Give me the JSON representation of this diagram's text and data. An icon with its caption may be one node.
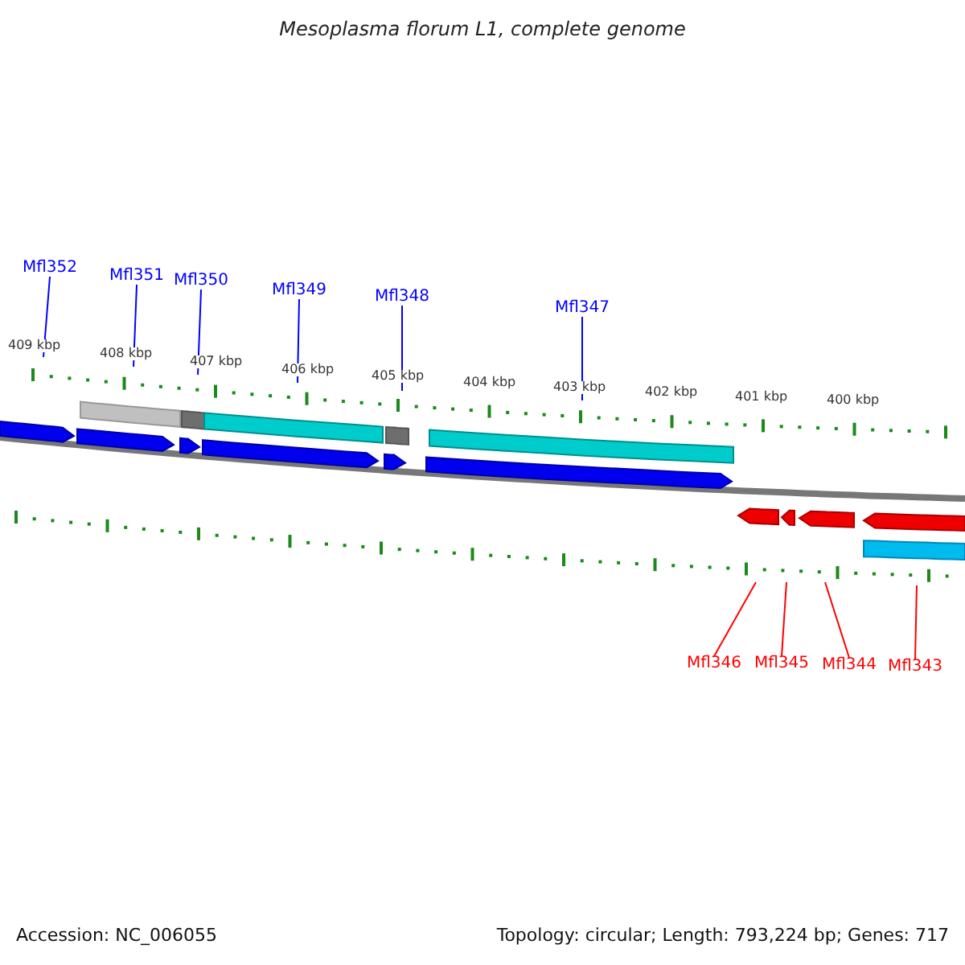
{
  "diagram": {
    "title": "Mesoplasma florum L1, complete genome",
    "nodes": [
      {
        "text": [
          "Mfl352"
        ]
      },
      {
        "text": [
          "Mfl351"
        ]
      },
      {
        "text": [
          "Mfl350"
        ]
      },
      {
        "text": [
          "Mfl349"
        ]
      },
      {
        "text": [
          "Mfl348"
        ]
      },
      {
        "text": [
          "Mfl347"
        ]
      },
      {
        "text": [
          "Mfl346"
        ]
      },
      {
        "text": [
          "Mfl345"
        ]
      },
      {
        "text": [
          "Mfl344"
        ]
      },
      {
        "text": [
          "Mfl343"
        ]
      },
      {
        "text": [],
        "shape": "picture"
      }
    ],
    "edges": [
      {
        "from": 0,
        "to": 10,
        "arrow": "none"
      },
      {
        "from": 1,
        "to": 10,
        "arrow": "none"
      },
      {
        "from": 2,
        "to": 10,
        "arrow": "none"
      },
      {
        "from": 3,
        "to": 10,
        "arrow": "none"
      },
      {
        "from": 4,
        "to": 10,
        "arrow": "none"
      },
      {
        "from": 5,
        "to": 10,
        "arrow": "none"
      },
      {
        "from": 6,
        "to": 10,
        "arrow": "none",
        "color": "#ff0000"
      },
      {
        "from": 7,
        "to": 10,
        "arrow": "none",
        "color": "#ff0000"
      },
      {
        "from": 8,
        "to": 10,
        "arrow": "none",
        "color": "#ff0000"
      },
      {
        "from": 9,
        "to": 10,
        "arrow": "none",
        "color": "#ff0000"
      }
    ],
    "labels": [
      "409 kbp",
      "408 kbp",
      "407 kbp",
      "406 kbp",
      "405 kbp",
      "404 kbp",
      "403 kbp",
      "402 kbp",
      "401 kbp",
      "400 kbp",
      "Accession: NC_006055",
      "Topology: circular; Length: 793,224 bp; Genes: 717"
    ]
  }
}
